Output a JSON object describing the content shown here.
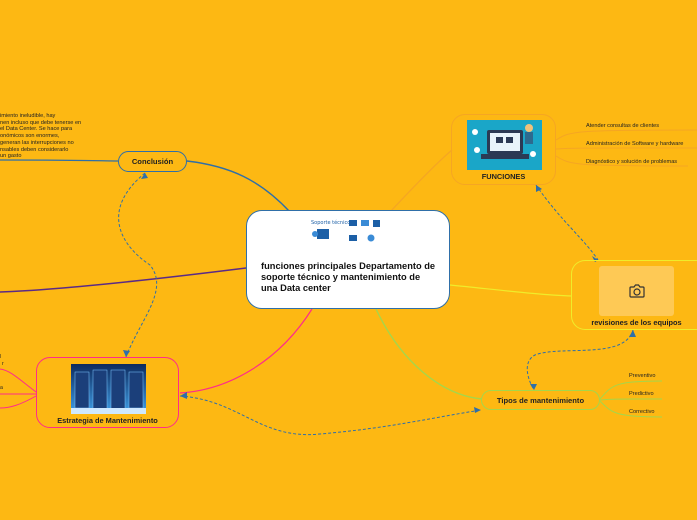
{
  "central": {
    "title": "funciones principales Departamento de soporte técnico y mantenimiento de una Data center",
    "logo_text": "Soporte técnico"
  },
  "conclusion": {
    "label": "Conclusión",
    "note_lines": [
      "imiento ineludible, hay",
      "nen incluso que debe tenerse en",
      "el Data Center. Se hace para",
      "onómicos son enormes,",
      "generan las interrupciones no",
      "nsables deben considerarlo",
      "un gasto"
    ]
  },
  "funciones": {
    "label": "FUNCIONES",
    "items": [
      "Atender consultas de clientes",
      "Administración de Software y hardware",
      "Diagnóstico y solución de problemas"
    ],
    "image_icon": "computer-support-illustration"
  },
  "revisiones": {
    "label": "revisiones de los equipos",
    "image_icon": "camera-icon"
  },
  "tipos": {
    "label": "Tipos de mantenimiento",
    "items": [
      "Preventivo",
      "Predictivo",
      "Correctivo"
    ]
  },
  "estrategia": {
    "label": "Estrategia de Mantenimiento",
    "image_icon": "server-room-illustration",
    "edge_fragments": [
      "l",
      "r",
      "a"
    ]
  },
  "colors": {
    "background": "#FDB813",
    "conclusion_branch": "#2f6fa8",
    "funciones_branch": "#f5a623",
    "revisiones_branch": "#f0ec2a",
    "tipos_branch": "#a6d64a",
    "estrategia_branch": "#ff2c8a",
    "left_branch": "#5b2a86",
    "relation_line": "#2f6fa8"
  }
}
